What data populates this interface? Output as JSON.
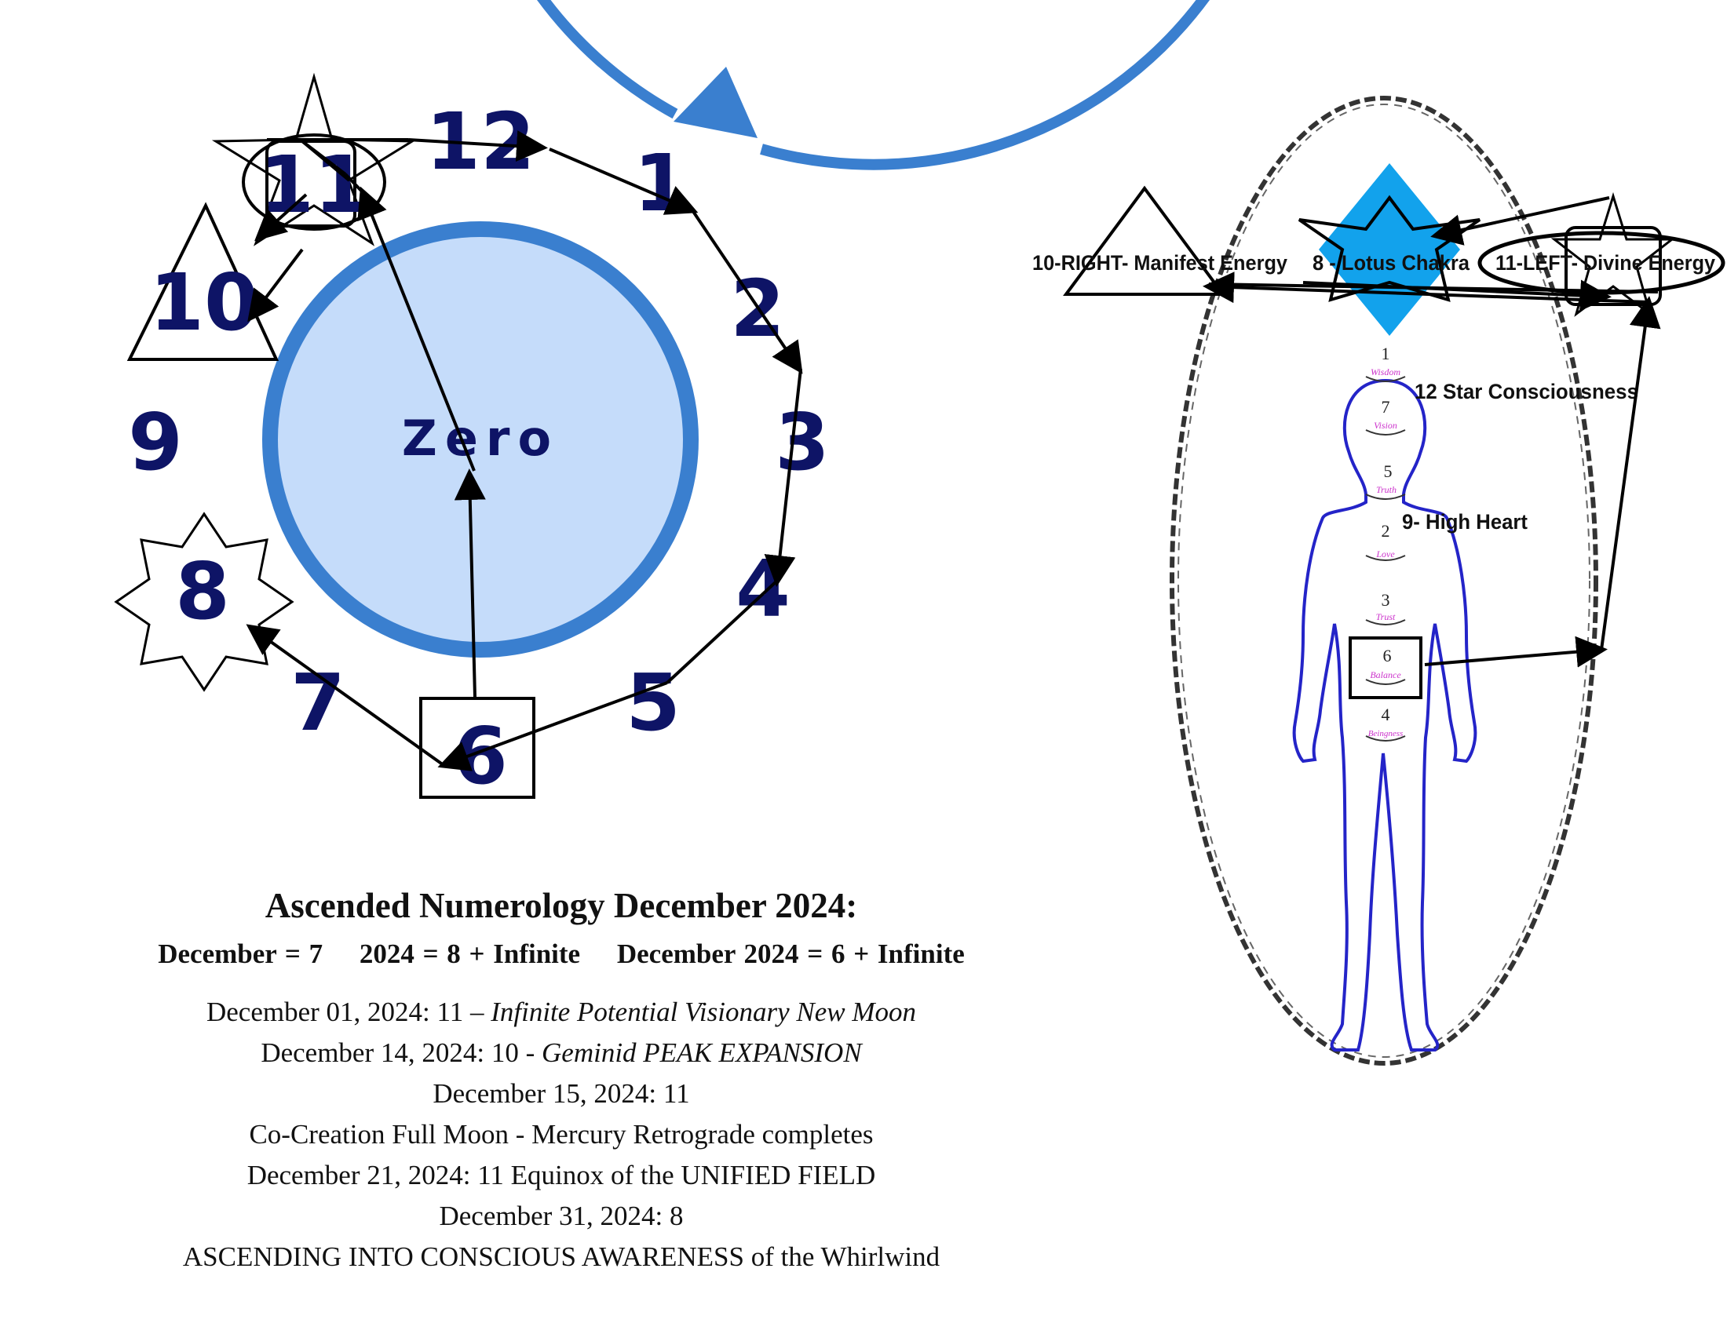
{
  "wheel": {
    "center_label": "Zero",
    "numbers": [
      "12",
      "1",
      "2",
      "3",
      "4",
      "5",
      "6",
      "7",
      "8",
      "9",
      "10",
      "11"
    ]
  },
  "body_chart": {
    "labels": {
      "right_manifest": "10-RIGHT- Manifest Energy",
      "lotus": "8 - Lotus Chakra",
      "left_divine": "11-LEFT- Divine Energy",
      "star_consciousness": "12  Star Consciousness",
      "high_heart": "9- High Heart"
    },
    "chakras": [
      {
        "number": "1",
        "word": "Wisdom"
      },
      {
        "number": "7",
        "word": "Vision"
      },
      {
        "number": "5",
        "word": "Truth"
      },
      {
        "number": "2",
        "word": "Love"
      },
      {
        "number": "3",
        "word": "Trust"
      },
      {
        "number": "6",
        "word": "Balance"
      },
      {
        "number": "4",
        "word": "Beingness"
      }
    ]
  },
  "caption": {
    "title": "Ascended Numerology December 2024:",
    "sub1": "December = 7",
    "sub2": "2024 = 8 + Infinite",
    "sub3": "December 2024 = 6 + Infinite",
    "line1_prefix": "December 01, 2024: 11 – ",
    "line1_italic": "Infinite Potential Visionary New Moon",
    "line2_prefix": "December 14, 2024: 10 - ",
    "line2_italic": "Geminid PEAK EXPANSION",
    "line3": "December 15, 2024: 11",
    "line4": "Co-Creation Full Moon - Mercury Retrograde completes",
    "line5": "December 21, 2024: 11 Equinox of the UNIFIED FIELD",
    "line6": "December 31, 2024: 8",
    "line7": "ASCENDING INTO CONSCIOUS AWARENESS of the Whirlwind"
  },
  "colors": {
    "ring_blue": "#3a7fcf",
    "inner_fill": "#c5dcfa",
    "numeral_navy": "#0e1466",
    "diamond_blue": "#12a2ec",
    "body_outline": "#2424c8",
    "chakra_word": "#cc33cc"
  }
}
